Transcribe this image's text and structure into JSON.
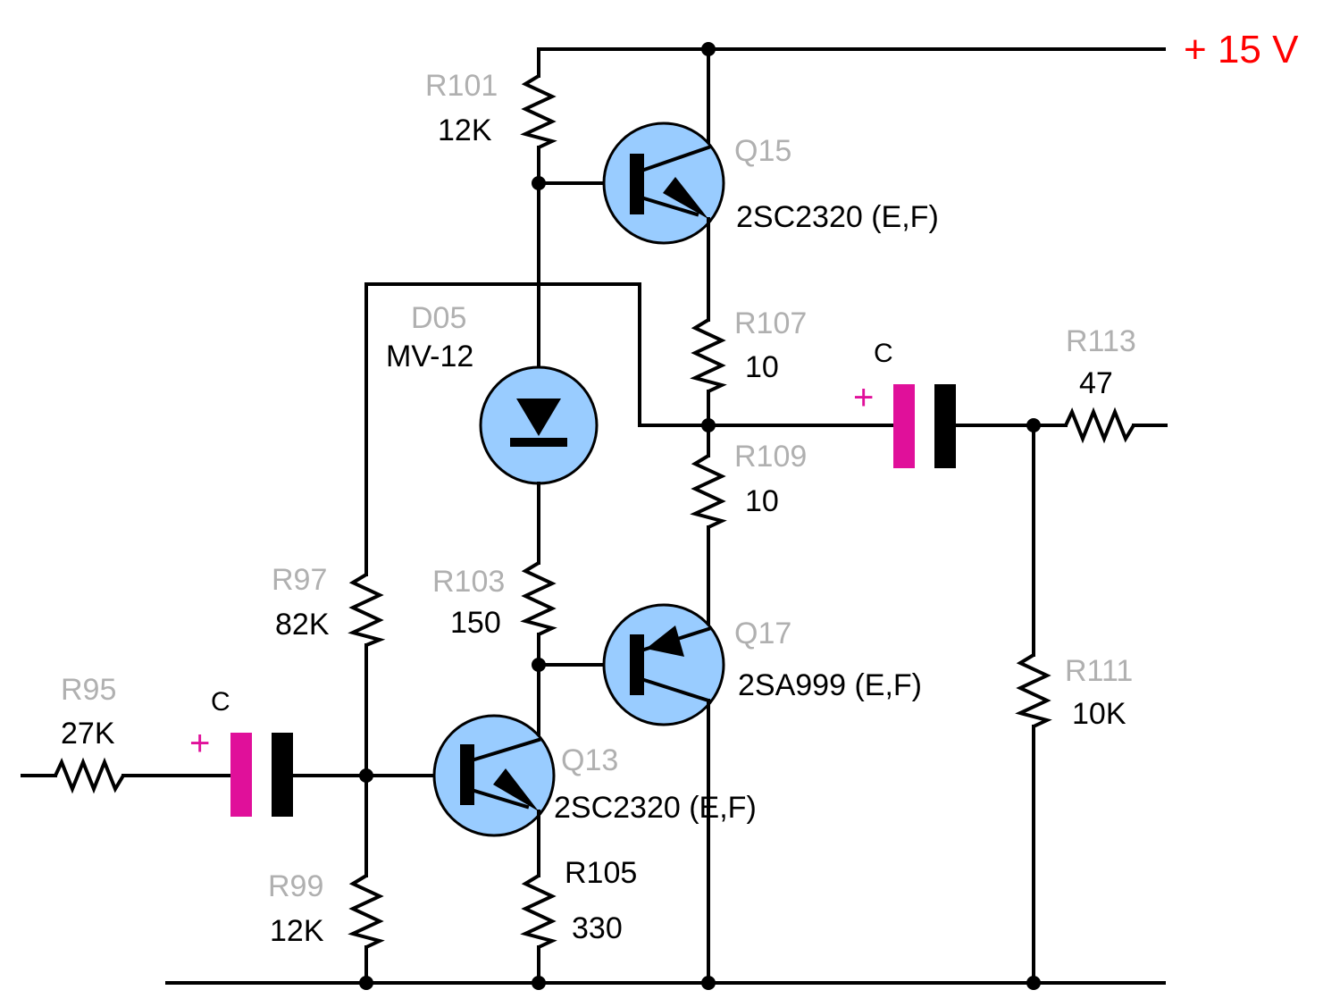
{
  "supply": {
    "label": "+ 15 V",
    "color": "#ff0000"
  },
  "components": {
    "R95": {
      "ref": "R95",
      "value": "27K"
    },
    "C_in": {
      "ref": "C",
      "polarity": "+"
    },
    "R97": {
      "ref": "R97",
      "value": "82K"
    },
    "R99": {
      "ref": "R99",
      "value": "12K"
    },
    "Q13": {
      "ref": "Q13",
      "value": "2SC2320 (E,F)"
    },
    "R101": {
      "ref": "R101",
      "value": "12K"
    },
    "R103": {
      "ref": "R103",
      "value": "150"
    },
    "R105": {
      "ref": "R105",
      "value": "330"
    },
    "D05": {
      "ref": "D05",
      "value": "MV-12"
    },
    "Q15": {
      "ref": "Q15",
      "value": "2SC2320 (E,F)"
    },
    "Q17": {
      "ref": "Q17",
      "value": "2SA999 (E,F)"
    },
    "R107": {
      "ref": "R107",
      "value": "10"
    },
    "R109": {
      "ref": "R109",
      "value": "10"
    },
    "C_out": {
      "ref": "C",
      "polarity": "+"
    },
    "R111": {
      "ref": "R111",
      "value": "10K"
    },
    "R113": {
      "ref": "R113",
      "value": "47"
    }
  },
  "colors": {
    "transistor_fill": "#99ccff",
    "capacitor_positive_plate": "#e0109a",
    "reference_label": "#b0b0b0"
  }
}
